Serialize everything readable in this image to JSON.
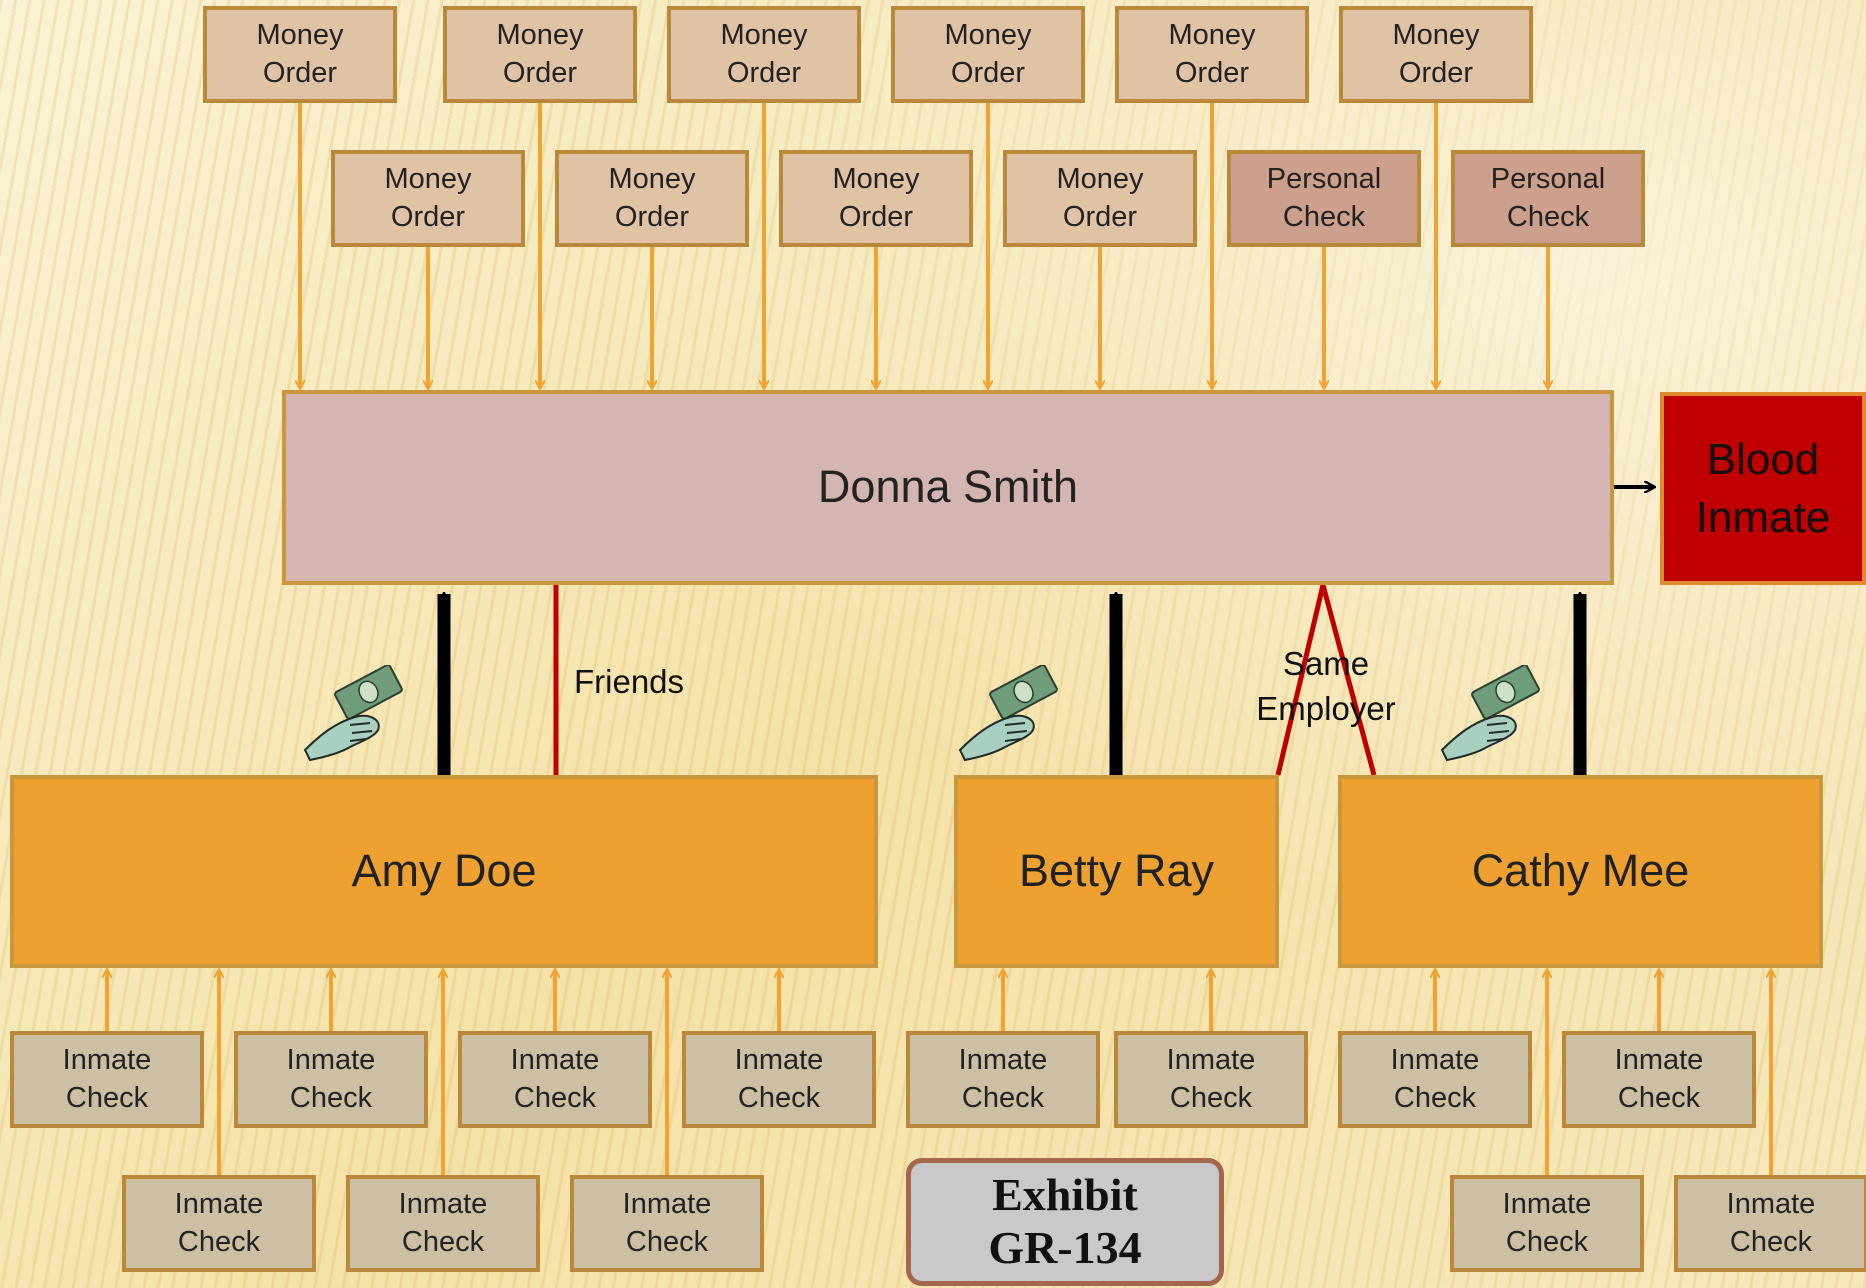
{
  "money_orders_top": [
    "Money\nOrder",
    "Money\nOrder",
    "Money\nOrder",
    "Money\nOrder",
    "Money\nOrder",
    "Money\nOrder"
  ],
  "money_orders_second": [
    "Money\nOrder",
    "Money\nOrder",
    "Money\nOrder",
    "Money\nOrder"
  ],
  "personal_checks": [
    "Personal\nCheck",
    "Personal\nCheck"
  ],
  "main_node": "Donna Smith",
  "blood_inmate": "Blood\nInmate",
  "people": [
    "Amy Doe",
    "Betty Ray",
    "Cathy Mee"
  ],
  "relation_labels": {
    "friends": "Friends",
    "same_employer": "Same\nEmployer"
  },
  "inmate_check_label": "Inmate\nCheck",
  "exhibit": "Exhibit\nGR-134",
  "colors": {
    "arrow_orange": "#f0a330",
    "relation_red": "#c00000",
    "money_order_fill": "#e0c3a4",
    "personal_check_fill": "#cd9f8d",
    "inmate_check_fill": "#cdbfa3",
    "person_fill": "#eea131",
    "main_fill": "#d5b5b2"
  },
  "icons": {
    "payment": "hand-holding-money-icon"
  }
}
